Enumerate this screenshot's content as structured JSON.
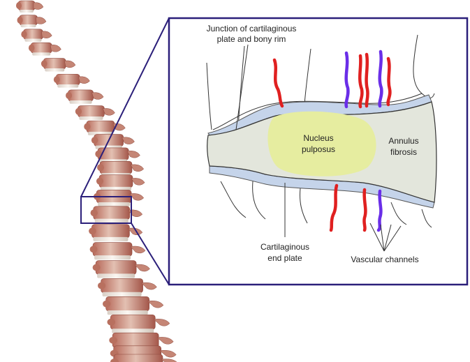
{
  "figure": {
    "labels": {
      "junction_line1": "Junction of cartilaginous",
      "junction_line2": "plate and bony rim",
      "nucleus_line1": "Nucleus",
      "nucleus_line2": "pulposus",
      "annulus_line1": "Annulus",
      "annulus_line2": "fibrosis",
      "endplate_line1": "Cartilaginous",
      "endplate_line2": "end plate",
      "vascular": "Vascular channels"
    },
    "colors": {
      "inset_border": "#2b1f7a",
      "disc_fill": "#e3e6dc",
      "endplate_fill": "#c5d4ea",
      "nucleus_fill": "#e6eda0",
      "artery": "#e02020",
      "vein": "#6a2ee8",
      "bone_light": "#e8c8bb",
      "bone_dark": "#a6584a"
    }
  }
}
